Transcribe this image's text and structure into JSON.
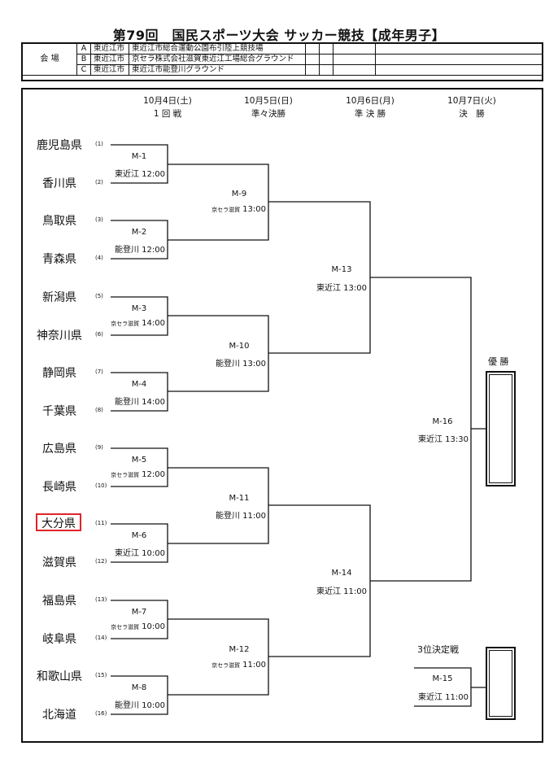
{
  "title": "第79回　国民スポーツ大会 サッカー競技【成年男子】",
  "venue": {
    "label": "会 場",
    "rows": [
      {
        "code": "A",
        "city": "東近江市",
        "place": "東近江市総合運動公園布引陸上競技場"
      },
      {
        "code": "B",
        "city": "東近江市",
        "place": "京セラ株式会社滋賀東近江工場総合グラウンド"
      },
      {
        "code": "C",
        "city": "東近江市",
        "place": "東近江市能登川グラウンド"
      }
    ]
  },
  "rounds": [
    {
      "date": "10月4日(土)",
      "name": "1 回 戦"
    },
    {
      "date": "10月5日(日)",
      "name": "準々決勝"
    },
    {
      "date": "10月6日(月)",
      "name": "準 決 勝"
    },
    {
      "date": "10月7日(火)",
      "name": "決　勝"
    }
  ],
  "teams": [
    {
      "name": "鹿児島県",
      "seed": "(1)"
    },
    {
      "name": "香川県",
      "seed": "(2)"
    },
    {
      "name": "鳥取県",
      "seed": "(3)"
    },
    {
      "name": "青森県",
      "seed": "(4)"
    },
    {
      "name": "新潟県",
      "seed": "(5)"
    },
    {
      "name": "神奈川県",
      "seed": "(6)"
    },
    {
      "name": "静岡県",
      "seed": "(7)"
    },
    {
      "name": "千葉県",
      "seed": "(8)"
    },
    {
      "name": "広島県",
      "seed": "(9)"
    },
    {
      "name": "長崎県",
      "seed": "(10)"
    },
    {
      "name": "大分県",
      "seed": "(11)"
    },
    {
      "name": "滋賀県",
      "seed": "(12)"
    },
    {
      "name": "福島県",
      "seed": "(13)"
    },
    {
      "name": "岐阜県",
      "seed": "(14)"
    },
    {
      "name": "和歌山県",
      "seed": "(15)"
    },
    {
      "name": "北海道",
      "seed": "(16)"
    }
  ],
  "highlighted_team": "大分県",
  "matches": [
    {
      "id": "M-1",
      "venue": "東近江",
      "venue_small": "",
      "time": "12:00"
    },
    {
      "id": "M-2",
      "venue": "能登川",
      "venue_small": "",
      "time": "12:00"
    },
    {
      "id": "M-3",
      "venue": "",
      "venue_small": "京セラ滋賀",
      "time": "14:00"
    },
    {
      "id": "M-4",
      "venue": "能登川",
      "venue_small": "",
      "time": "14:00"
    },
    {
      "id": "M-5",
      "venue": "",
      "venue_small": "京セラ滋賀",
      "time": "12:00"
    },
    {
      "id": "M-6",
      "venue": "東近江",
      "venue_small": "",
      "time": "10:00"
    },
    {
      "id": "M-7",
      "venue": "",
      "venue_small": "京セラ滋賀",
      "time": "10:00"
    },
    {
      "id": "M-8",
      "venue": "能登川",
      "venue_small": "",
      "time": "10:00"
    },
    {
      "id": "M-9",
      "venue": "",
      "venue_small": "京セラ滋賀",
      "time": "13:00"
    },
    {
      "id": "M-10",
      "venue": "能登川",
      "venue_small": "",
      "time": "13:00"
    },
    {
      "id": "M-11",
      "venue": "能登川",
      "venue_small": "",
      "time": "11:00"
    },
    {
      "id": "M-12",
      "venue": "",
      "venue_small": "京セラ滋賀",
      "time": "11:00"
    },
    {
      "id": "M-13",
      "venue": "東近江",
      "venue_small": "",
      "time": "13:00"
    },
    {
      "id": "M-14",
      "venue": "東近江",
      "venue_small": "",
      "time": "11:00"
    },
    {
      "id": "M-15",
      "venue": "東近江",
      "venue_small": "",
      "time": "11:00"
    },
    {
      "id": "M-16",
      "venue": "東近江",
      "venue_small": "",
      "time": "13:30"
    }
  ],
  "champion_label": "優 勝",
  "third_place_label": "3位決定戦",
  "colors": {
    "highlight": "#e0242a",
    "line": "#111111"
  }
}
